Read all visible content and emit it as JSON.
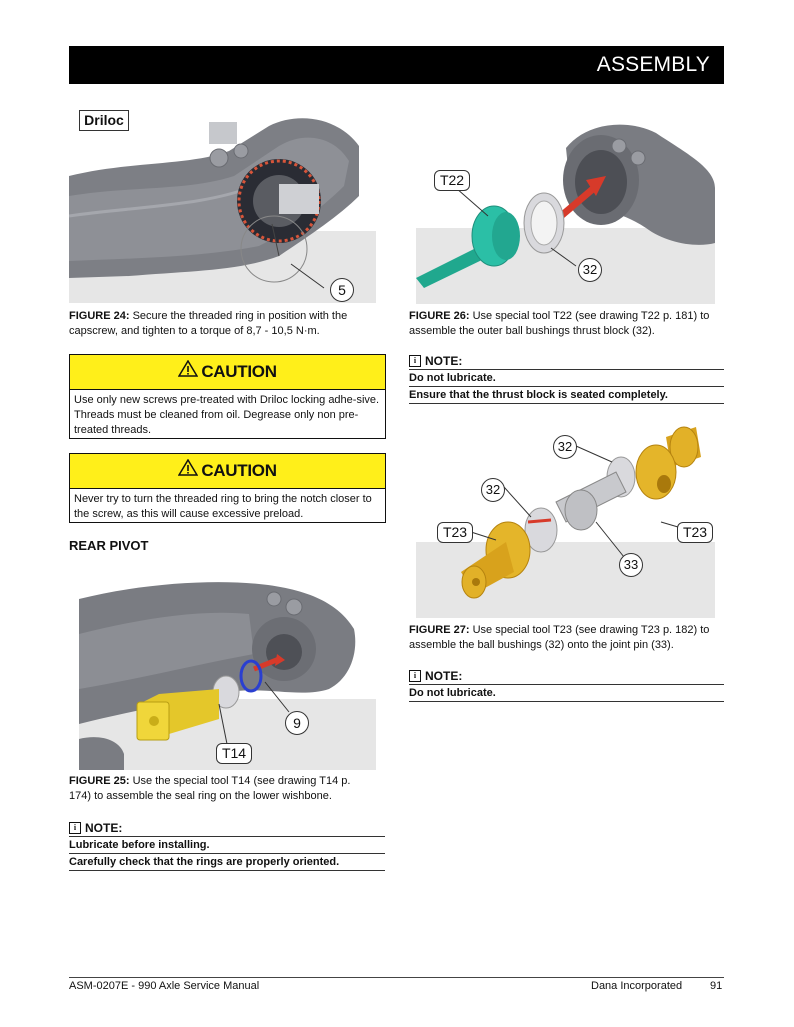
{
  "header": {
    "title": "ASSEMBLY"
  },
  "figures": {
    "fig24": {
      "tag": "Driloc",
      "callout": "5",
      "caption_label": "FIGURE 24:",
      "caption_text": "Secure the threaded ring in position with the capscrew, and tighten to a torque of 8,7 - 10,5 N·m."
    },
    "fig26": {
      "callout_tool": "T22",
      "callout_part": "32",
      "caption_label": "FIGURE 26:",
      "caption_text": "Use special tool T22 (see drawing T22 p. 181) to assemble the outer ball bushings thrust block (32)."
    },
    "fig27": {
      "callout_top": "32",
      "callout_mid": "32",
      "callout_tool_left": "T23",
      "callout_tool_right": "T23",
      "callout_pin": "33",
      "caption_label": "FIGURE 27:",
      "caption_text": "Use special tool T23 (see drawing T23 p. 182) to assemble the ball bushings (32) onto the joint pin (33)."
    },
    "fig25": {
      "callout_ring": "9",
      "callout_tool": "T14",
      "caption_label": "FIGURE 25:",
      "caption_text": "Use the special tool T14 (see drawing T14 p. 174) to assemble the seal ring on the lower wishbone."
    }
  },
  "cautions": [
    {
      "title": "CAUTION",
      "text": "Use only new screws pre-treated with Driloc locking adhe-sive. Threads must be cleaned from oil. Degrease only non pre-treated threads."
    },
    {
      "title": "CAUTION",
      "text": "Never try to turn the threaded ring to bring the notch closer to the screw, as this will cause excessive preload."
    }
  ],
  "notes": [
    {
      "title": "NOTE:",
      "lines": [
        "Do not lubricate.",
        "Ensure that the thrust block is seated completely."
      ]
    },
    {
      "title": "NOTE:",
      "lines": [
        "Do not lubricate."
      ]
    },
    {
      "title": "NOTE:",
      "lines": [
        "Lubricate before installing.",
        "Carefully check that the rings are properly oriented."
      ]
    }
  ],
  "sections": {
    "rear_pivot": "REAR PIVOT"
  },
  "footer": {
    "left": "ASM-0207E - 990 Axle Service Manual",
    "company": "Dana Incorporated",
    "page": "91"
  },
  "colors": {
    "caution_yellow": "#ffef1a",
    "tool_teal": "#2bbfa6",
    "tool_yellow": "#e4c72a",
    "tool_gold": "#d8a21c",
    "seal_blue": "#2a3fd0",
    "part_gray": "#7a7c82"
  }
}
